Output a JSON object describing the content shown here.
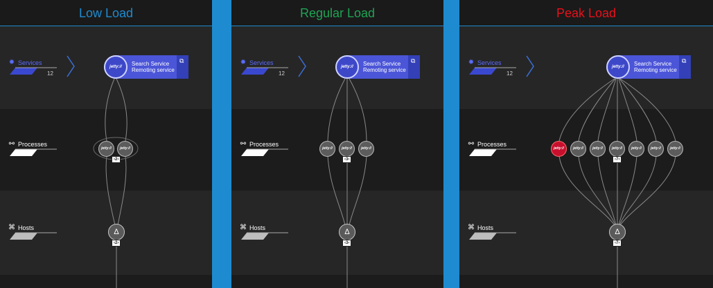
{
  "panels": [
    {
      "title": "Low Load",
      "title_color": "#1e8bd0",
      "process_count": "2",
      "host_count": "2"
    },
    {
      "title": "Regular Load",
      "title_color": "#1fa354",
      "process_count": "3",
      "host_count": "3"
    },
    {
      "title": "Peak Load",
      "title_color": "#e8101a",
      "process_count": "7",
      "host_count": "7"
    }
  ],
  "labels": {
    "services": "Services",
    "services_count": "12",
    "processes": "Processes",
    "hosts": "Hosts"
  },
  "service": {
    "line1": "Search Service",
    "line2": "Remoting service",
    "logo": "jetty://"
  },
  "colors": {
    "service_blue": "#4b55d8",
    "process_red": "#c8102e"
  }
}
